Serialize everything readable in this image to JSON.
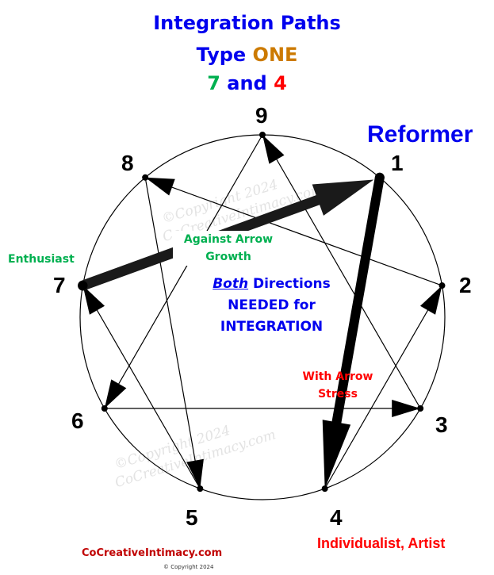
{
  "title": {
    "line1": "Integration Paths",
    "line2_prefix": "Type ",
    "line2_type": "ONE",
    "line3_a": "7",
    "line3_and": " and ",
    "line3_b": "4"
  },
  "colors": {
    "title_blue": "#0000ee",
    "type_orange": "#cc7a00",
    "growth_green": "#00b050",
    "stress_red": "#ff0000",
    "footer_red": "#c00000"
  },
  "points": [
    {
      "id": "9",
      "label": "9"
    },
    {
      "id": "1",
      "label": "1"
    },
    {
      "id": "2",
      "label": "2"
    },
    {
      "id": "3",
      "label": "3"
    },
    {
      "id": "4",
      "label": "4"
    },
    {
      "id": "5",
      "label": "5"
    },
    {
      "id": "6",
      "label": "6"
    },
    {
      "id": "7",
      "label": "7"
    },
    {
      "id": "8",
      "label": "8"
    }
  ],
  "type_names": {
    "one": "Reformer",
    "seven": "Enthusiast",
    "four": "Individualist, Artist"
  },
  "paths": {
    "growth_line1": "Against Arrow",
    "growth_line2": "Growth",
    "stress_line1": "With Arrow",
    "stress_line2": "Stress"
  },
  "center_note": {
    "emph": "Both",
    "line1_rest": " Directions",
    "line2": "NEEDED for",
    "line3": "INTEGRATION"
  },
  "watermark": {
    "line1": "©Copyright 2024",
    "line2": "CoCreativeIntimacy.com"
  },
  "footer": {
    "site": "CoCreativeIntimacy.com",
    "copyright": "© Copyright 2024"
  },
  "edges": [
    {
      "from": "3",
      "to": "9"
    },
    {
      "from": "9",
      "to": "6"
    },
    {
      "from": "6",
      "to": "3"
    },
    {
      "from": "2",
      "to": "8"
    },
    {
      "from": "8",
      "to": "5"
    },
    {
      "from": "5",
      "to": "7"
    },
    {
      "from": "4",
      "to": "2"
    },
    {
      "from": "1",
      "to": "4",
      "kind": "stress"
    },
    {
      "from": "7",
      "to": "1",
      "kind": "growth"
    }
  ]
}
